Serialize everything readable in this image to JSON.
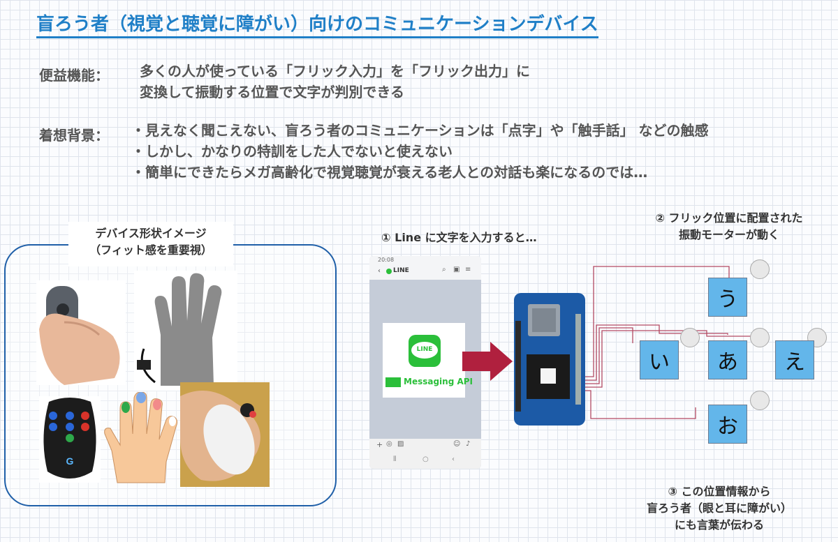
{
  "title": "盲ろう者（視覚と聴覚に障がい）向けのコミュニケーションデバイス",
  "benefit": {
    "label": "便益機能：",
    "lines": [
      "多くの人が使っている「フリック入力」を「フリック出力」に",
      "変換して振動する位置で文字が判別できる"
    ]
  },
  "background": {
    "label": "着想背景：",
    "lines": [
      "・見えなく聞こえない、盲ろう者のコミュニケーションは「点字」や「触手話」 などの触感",
      "・しかし、かなりの特訓をした人でないと使えない",
      "・簡単にできたらメガ高齢化で視覚聴覚が衰える老人との対話も楽になるのでは…"
    ]
  },
  "device_image": {
    "caption_line1": "デバイス形状イメージ",
    "caption_line2": "（フィット感を重要視）"
  },
  "step1": "① Line に文字を入力すると…",
  "step2": {
    "line1": "② フリック位置に配置された",
    "line2": "振動モーターが動く"
  },
  "step3": {
    "line1": "③ この位置情報から",
    "line2": "盲ろう者（眼と耳に障がい）",
    "line3": "にも言葉が伝わる"
  },
  "phone": {
    "status_time": "20:08",
    "app_name": "LINE",
    "logo_text": "LINE",
    "api_label": "Messaging API"
  },
  "kana": {
    "u": "う",
    "i": "い",
    "a": "あ",
    "e": "え",
    "o": "お"
  },
  "colors": {
    "title": "#1f7fc7",
    "frame": "#1f5fa8",
    "line_green": "#2bbf3a",
    "kana_box": "#63b6ea",
    "wire": "#b24a63",
    "arrow": "#b0203e"
  }
}
